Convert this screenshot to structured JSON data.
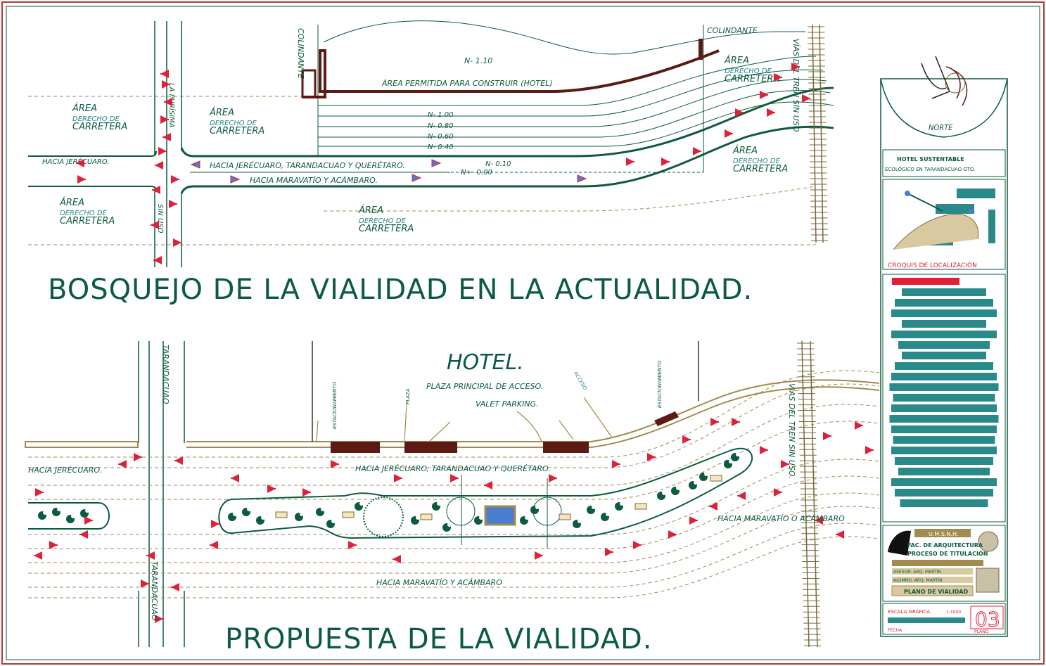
{
  "colors": {
    "ink": "#0b5b3e",
    "road": "#0f5a3a",
    "brown": "#5c1a12",
    "sand": "#a38a4e",
    "red": "#e0203a",
    "teal": "#2a8a8a",
    "blue": "#4a7fd0",
    "frame": "#b33a3a"
  },
  "titles": {
    "current": "BOSQUEJO DE LA VIALIDAD EN LA ACTUALIDAD.",
    "proposal": "PROPUESTA DE LA VIALIDAD."
  },
  "current_plan": {
    "area_labels": [
      {
        "t1": "ÁREA",
        "t2": "DERECHO DE",
        "t3": "CARRETERA"
      },
      {
        "t1": "ÁREA",
        "t2": "DERECHO DE",
        "t3": "CARRETERA"
      },
      {
        "t1": "ÁREA",
        "t2": "DERECHO DE",
        "t3": "CARRETERA"
      },
      {
        "t1": "ÁREA",
        "t2": "DERECHO DE",
        "t3": "CARRETERA"
      },
      {
        "t1": "ÁREA",
        "t2": "DERECHO DE",
        "t3": "CARRETERA"
      },
      {
        "t1": "ÁREA",
        "t2": "DERECHO DE",
        "t3": "CARRETERA"
      }
    ],
    "colindante_left": "COLINDANTE",
    "colindante_right": "COLINDANTE",
    "level_top": "N- 1.10",
    "buildable": "ÁREA PERMITIDA PARA CONSTRUIR (HOTEL)",
    "levels": [
      "N- 1.00",
      "N- 0.80",
      "N- 0.60",
      "N- 0.40"
    ],
    "level_010": "N- 0.10",
    "level_000": "N+- 0.00",
    "road_upper": "HACIA JERÉCUARO, TARANDACUAO Y QUERÉTARO.",
    "road_lower": "HACIA MARAVATÍO Y ACÁMBARO.",
    "road_left": "HACIA JERÉCUARO.",
    "street_top": "LA PURÍSIMA",
    "street_bottom": "SIN USO",
    "rail": "VÍAS DEL TREN SIN USO"
  },
  "proposal_plan": {
    "hotel": "HOTEL.",
    "plaza": "PLAZA PRINCIPAL DE ACCESO.",
    "valet": "VALET PARKING.",
    "street_top": "TARANDACUAO",
    "street_bottom": "TARANDACUAO",
    "road_left": "HACIA JERÉCUARO.",
    "road_upper": "HACIA JERÉCUARO, TARANDACUAO Y QUERÉTARO.",
    "road_lower": "HACIA MARAVATÍO Y ACÁMBARO",
    "road_right": "HACIA MARAVATÍO O ACÁMBARO",
    "rail": "VÍAS DEL TREN SIN USO.",
    "parking_a": "ESTACIONAMIENTO",
    "parking_b": "ESTACIONAMIENTO",
    "plaza_small": "PLAZA",
    "access": "ACCESO"
  },
  "title_block": {
    "north": "NORTE",
    "project_line1": "HOTEL SUSTENTABLE",
    "project_line2": "ECOLÓGICO EN TARANDACUAO GTO.",
    "location": "CROQUIS DE LOCALIZACIÓN",
    "school": "U.M.S.N.H.",
    "career": "FAC. DE ARQUITECTURA",
    "process": "PROCESO DE TITULACIÓN",
    "advisor": "ASESOR: ARQ. MARTÍN",
    "author": "ALUMNO: ARQ. MARTÍN",
    "plan_name": "PLANO DE VIALIDAD",
    "scale": "ESCALA GRÁFICA",
    "scale_value": "1:1000",
    "date": "FECHA",
    "sheet_no": "03",
    "sheet_label": "PLANO"
  }
}
